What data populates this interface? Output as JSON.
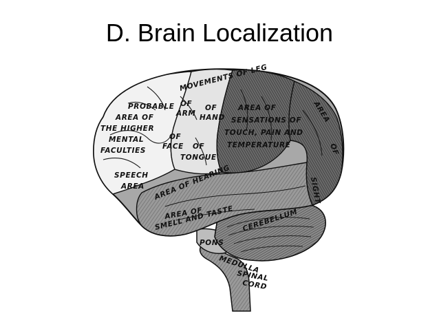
{
  "slide": {
    "title": "D. Brain Localization"
  },
  "labels": {
    "movements_of_leg": "MOVEMENTS OF LEG",
    "probable_1": "PROBABLE",
    "probable_2": "AREA OF",
    "probable_3": "THE HIGHER",
    "probable_4": "MENTAL",
    "probable_5": "FACULTIES",
    "arm_1": "OF",
    "arm_2": "ARM",
    "hand_1": "OF",
    "hand_2": "HAND",
    "face_1": "OF",
    "face_2": "FACE",
    "tongue_1": "OF",
    "tongue_2": "TONGUE",
    "sensation_1": "AREA OF",
    "sensation_2": "SENSATIONS OF",
    "sensation_3": "TOUCH, PAIN AND",
    "sensation_4": "TEMPERATURE",
    "sight_1": "AREA",
    "sight_2": "OF",
    "sight_3": "SIGHT",
    "speech_1": "SPEECH",
    "speech_2": "AREA",
    "hearing": "AREA OF HEARING",
    "smell_1": "AREA OF",
    "smell_2": "SMELL AND TASTE",
    "cerebellum": "CEREBELLUM",
    "pons": "PONS",
    "medulla": "MEDULLA",
    "spinal_1": "SPINAL",
    "spinal_2": "CORD"
  }
}
